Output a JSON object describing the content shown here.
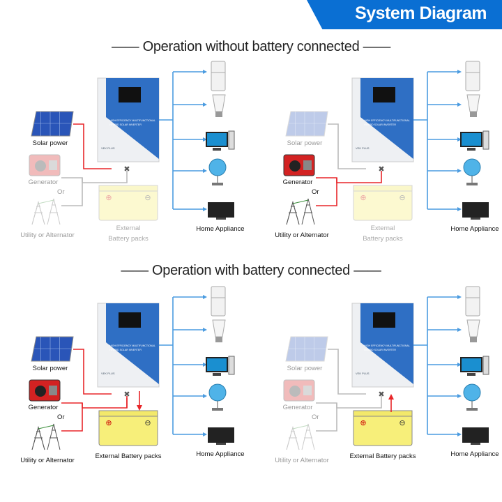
{
  "banner": {
    "title": "System Diagram",
    "color": "#0a6fd3"
  },
  "sections": [
    {
      "title": "—— Operation without battery connected ——"
    },
    {
      "title": "—— Operation with battery connected ——"
    }
  ],
  "labels": {
    "solar": "Solar power",
    "generator": "Generator",
    "or": "Or",
    "utility": "Utility or Alternator",
    "battery_two_line": [
      "External",
      "Battery packs"
    ],
    "battery": "External Battery packs",
    "appliance": "Home Appliance",
    "inverter_text": [
      "HIGH EFFICIENCY MULTIFUNCTIONAL",
      "HYBRID SOLAR INVERTER"
    ],
    "inverter_model": "VEK PLUS"
  },
  "colors": {
    "flow": "#e8262a",
    "bus": "#4a9be0",
    "idle_line": "#9a9a9a",
    "inverter": "#2f6fc4",
    "battery": "#f7ef7a"
  },
  "panels": [
    {
      "solar": true,
      "generator": false,
      "utility": false,
      "battery": false,
      "flow": "solar"
    },
    {
      "solar": false,
      "generator": true,
      "utility": true,
      "battery": false,
      "flow": "grid"
    },
    {
      "solar": true,
      "generator": true,
      "utility": true,
      "battery": true,
      "flow": "charge"
    },
    {
      "solar": false,
      "generator": false,
      "utility": false,
      "battery": true,
      "flow": "discharge"
    }
  ]
}
